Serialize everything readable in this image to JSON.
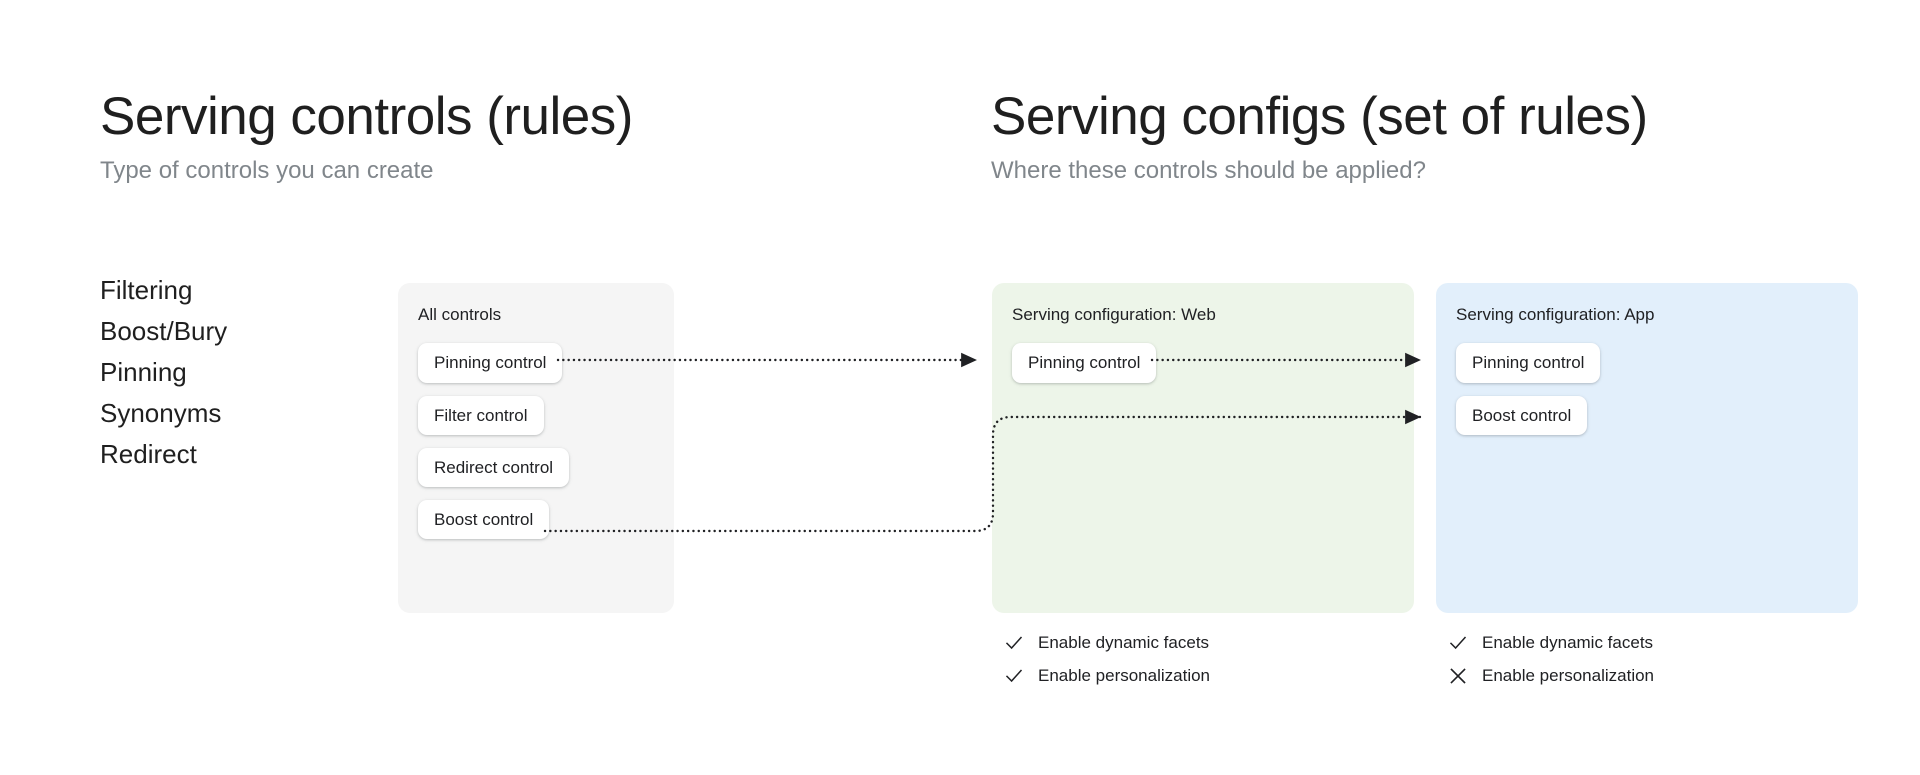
{
  "left_column": {
    "title": "Serving controls (rules)",
    "subtitle": "Type of controls you can create",
    "control_types": [
      "Filtering",
      "Boost/Bury",
      "Pinning",
      "Synonyms",
      "Redirect"
    ]
  },
  "right_column": {
    "title": "Serving configs (set of rules)",
    "subtitle": "Where these controls should be applied?"
  },
  "cards": {
    "all_controls": {
      "title": "All controls",
      "background": "#f5f5f5",
      "chips": [
        "Pinning control",
        "Filter control",
        "Redirect control",
        "Boost control"
      ]
    },
    "serving_web": {
      "title": "Serving configuration: Web",
      "background": "#edf5e9",
      "chips": [
        "Pinning control"
      ],
      "options": [
        {
          "label": "Enable dynamic facets",
          "state": "check",
          "icon": "check-icon"
        },
        {
          "label": "Enable personalization",
          "state": "check",
          "icon": "check-icon"
        }
      ]
    },
    "serving_app": {
      "title": "Serving configuration: App",
      "background": "#e2effb",
      "chips": [
        "Pinning control",
        "Boost control"
      ],
      "options": [
        {
          "label": "Enable dynamic facets",
          "state": "check",
          "icon": "check-icon"
        },
        {
          "label": "Enable personalization",
          "state": "cross",
          "icon": "cross-icon"
        }
      ]
    }
  },
  "connectors": {
    "style": "dotted",
    "color": "#202124",
    "arrows": [
      {
        "from": "all-controls.pinning-control",
        "to": "serving-web.pinning-control"
      },
      {
        "from": "serving-web.pinning-control",
        "to": "serving-app.pinning-control"
      },
      {
        "from": "all-controls.boost-control",
        "to": "serving-app.boost-control"
      }
    ]
  },
  "colors": {
    "title": "#1f1f1f",
    "subtitle": "#80868b",
    "body_text": "#202124",
    "chip_background": "#ffffff",
    "page_background": "#ffffff"
  }
}
